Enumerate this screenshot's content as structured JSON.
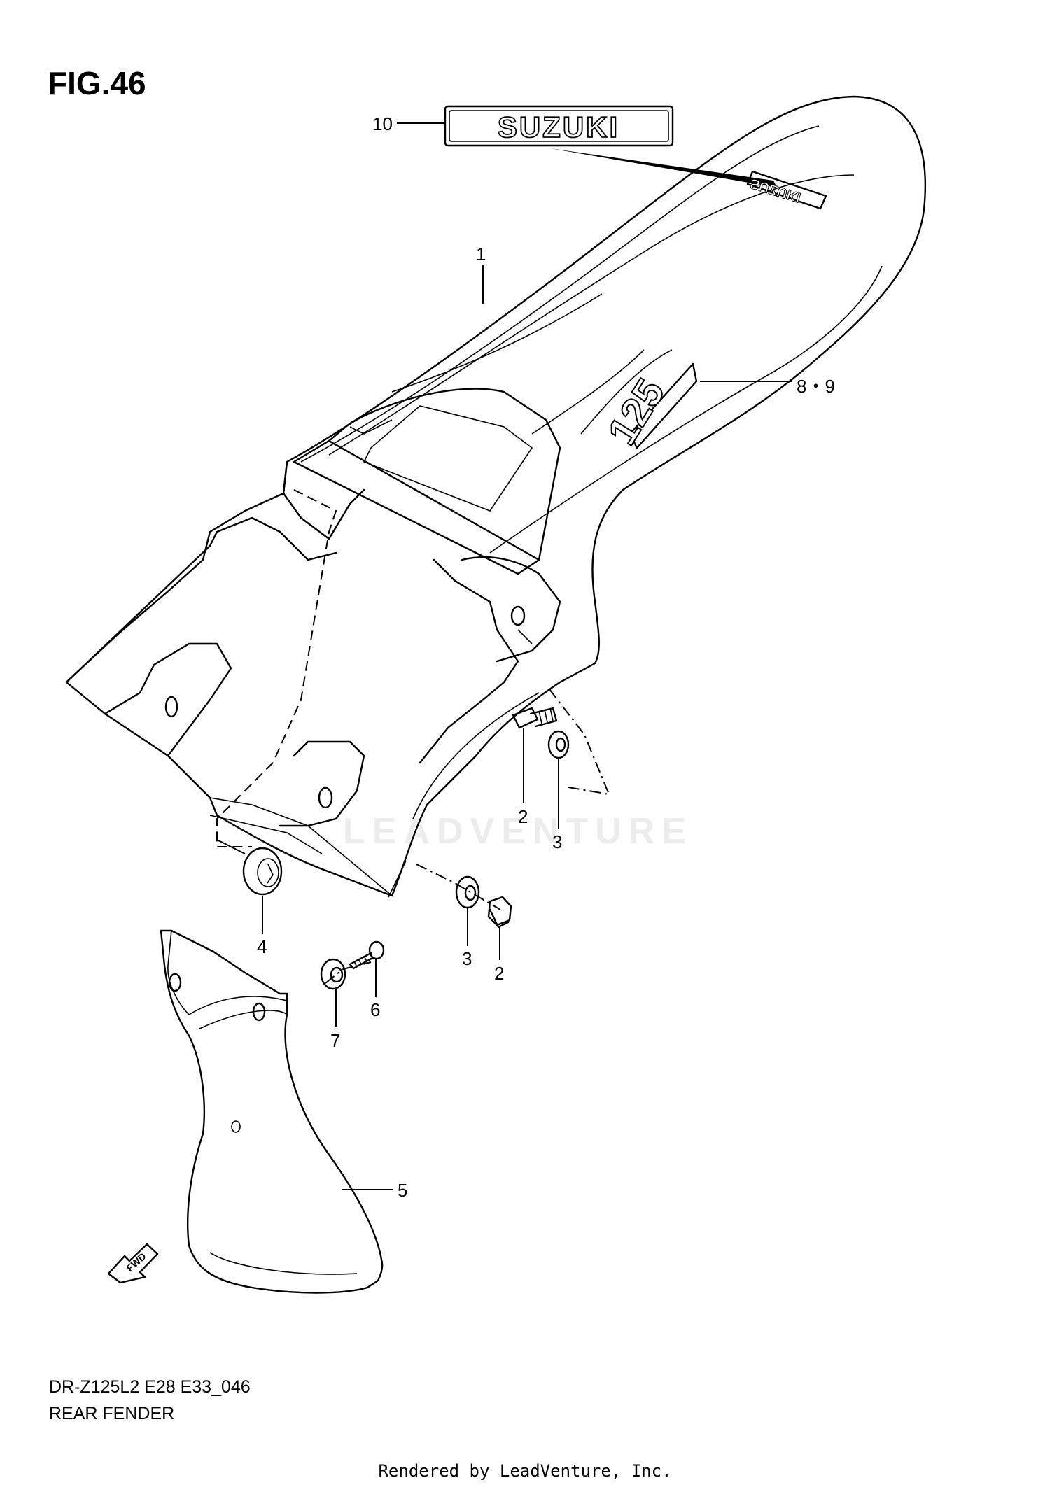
{
  "figure": {
    "title": "FIG.46"
  },
  "callouts": {
    "c1": "1",
    "c2a": "2",
    "c3a": "3",
    "c4": "4",
    "c3b": "3",
    "c2b": "2",
    "c6": "6",
    "c7": "7",
    "c5": "5",
    "c8_9": "8・9",
    "c10": "10"
  },
  "decals": {
    "brand": "SUZUKI",
    "model_badge": "125",
    "fwd_arrow": "FWD"
  },
  "watermark": {
    "text": "LEADVENTURE"
  },
  "footer": {
    "diagram_code": "DR-Z125L2 E28 E33_046",
    "diagram_name": "REAR FENDER",
    "rendered_by": "Rendered by LeadVenture, Inc."
  }
}
